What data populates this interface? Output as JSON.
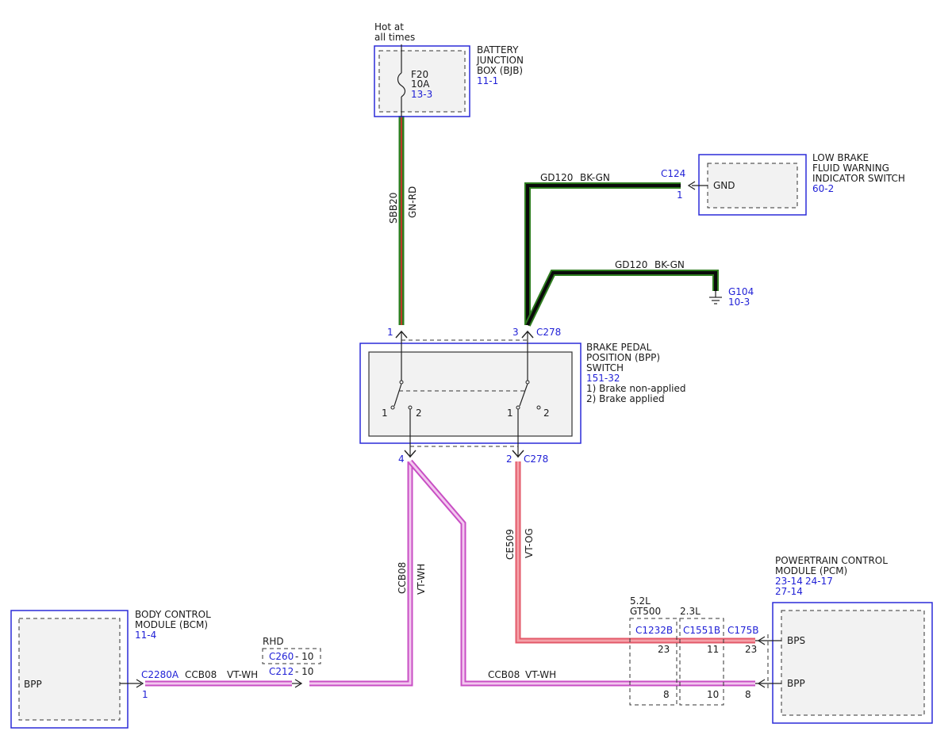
{
  "battery_junction_box": {
    "hot_line1": "Hot at",
    "hot_line2": "all times",
    "name_line1": "BATTERY",
    "name_line2": "JUNCTION",
    "name_line3": "BOX (BJB)",
    "ref": "11-1",
    "fuse_id": "F20",
    "fuse_rating": "10A",
    "fuse_ref": "13-3"
  },
  "wire_sbb20": {
    "circuit": "SBB20",
    "color": "GN-RD"
  },
  "low_brake_fluid_switch": {
    "name_line1": "LOW BRAKE",
    "name_line2": "FLUID WARNING",
    "name_line3": "INDICATOR SWITCH",
    "ref": "60-2",
    "pin_label": "GND",
    "connector": "C124",
    "pin": "1"
  },
  "wire_gd120_top": {
    "circuit": "GD120",
    "color": "BK-GN"
  },
  "wire_gd120_ground": {
    "circuit": "GD120",
    "color": "BK-GN"
  },
  "ground_g104": {
    "id": "G104",
    "ref": "10-3"
  },
  "bpp_switch": {
    "name_line1": "BRAKE PEDAL",
    "name_line2": "POSITION (BPP)",
    "name_line3": "SWITCH",
    "ref": "151-32",
    "note1": "1) Brake non-applied",
    "note2": "2) Brake applied",
    "pin_top_left": "1",
    "pin_top_right": "3",
    "connector_top": "C278",
    "pin_bottom_left": "4",
    "pin_bottom_right": "2",
    "connector_bottom": "C278",
    "left_contact_1": "1",
    "left_contact_2": "2",
    "right_contact_1": "1",
    "right_contact_2": "2"
  },
  "wire_ce509": {
    "circuit": "CE509",
    "color": "VT-OG"
  },
  "wire_ccb08_vertical": {
    "circuit": "CCB08",
    "color": "VT-WH"
  },
  "wire_ccb08_bcm": {
    "circuit": "CCB08",
    "color": "VT-WH"
  },
  "wire_ccb08_pcm": {
    "circuit": "CCB08",
    "color": "VT-WH"
  },
  "bcm": {
    "name_line1": "BODY CONTROL",
    "name_line2": "MODULE (BCM)",
    "ref": "11-4",
    "pin_label": "BPP",
    "connector": "C2280A",
    "pin": "1"
  },
  "inline_connector": {
    "option": "RHD",
    "c260": "C260",
    "c260_pin": "- 10",
    "c212": "C212",
    "c212_pin": "- 10"
  },
  "pcm": {
    "name_line1": "POWERTRAIN CONTROL",
    "name_line2": "MODULE (PCM)",
    "ref_a": "23-14",
    "ref_b": "24-17",
    "ref_c": "27-14",
    "pin_bps": "BPS",
    "pin_bpp": "BPP",
    "connector": "C175B",
    "pin_bps_no": "23",
    "pin_bpp_no": "8"
  },
  "engine_5_2": {
    "label_line1": "5.2L",
    "label_line2": "GT500",
    "connector": "C1232B",
    "pin_top": "23",
    "pin_bottom": "8"
  },
  "engine_2_3": {
    "label": "2.3L",
    "connector": "C1551B",
    "pin_top": "11",
    "pin_bottom": "10"
  },
  "colors": {
    "module_border": "#2b2bd9",
    "reference_text": "#1f1fd6",
    "wire_green_red_core": "#c0392b",
    "wire_green_outer": "#2e7d1f",
    "wire_black_green_core": "#0a0a0a",
    "wire_violet_outer": "#c84fc4",
    "wire_violet_core": "#f3c8ef",
    "wire_orange_outer": "#e35a6a",
    "wire_orange_core": "#f4a1a8"
  }
}
